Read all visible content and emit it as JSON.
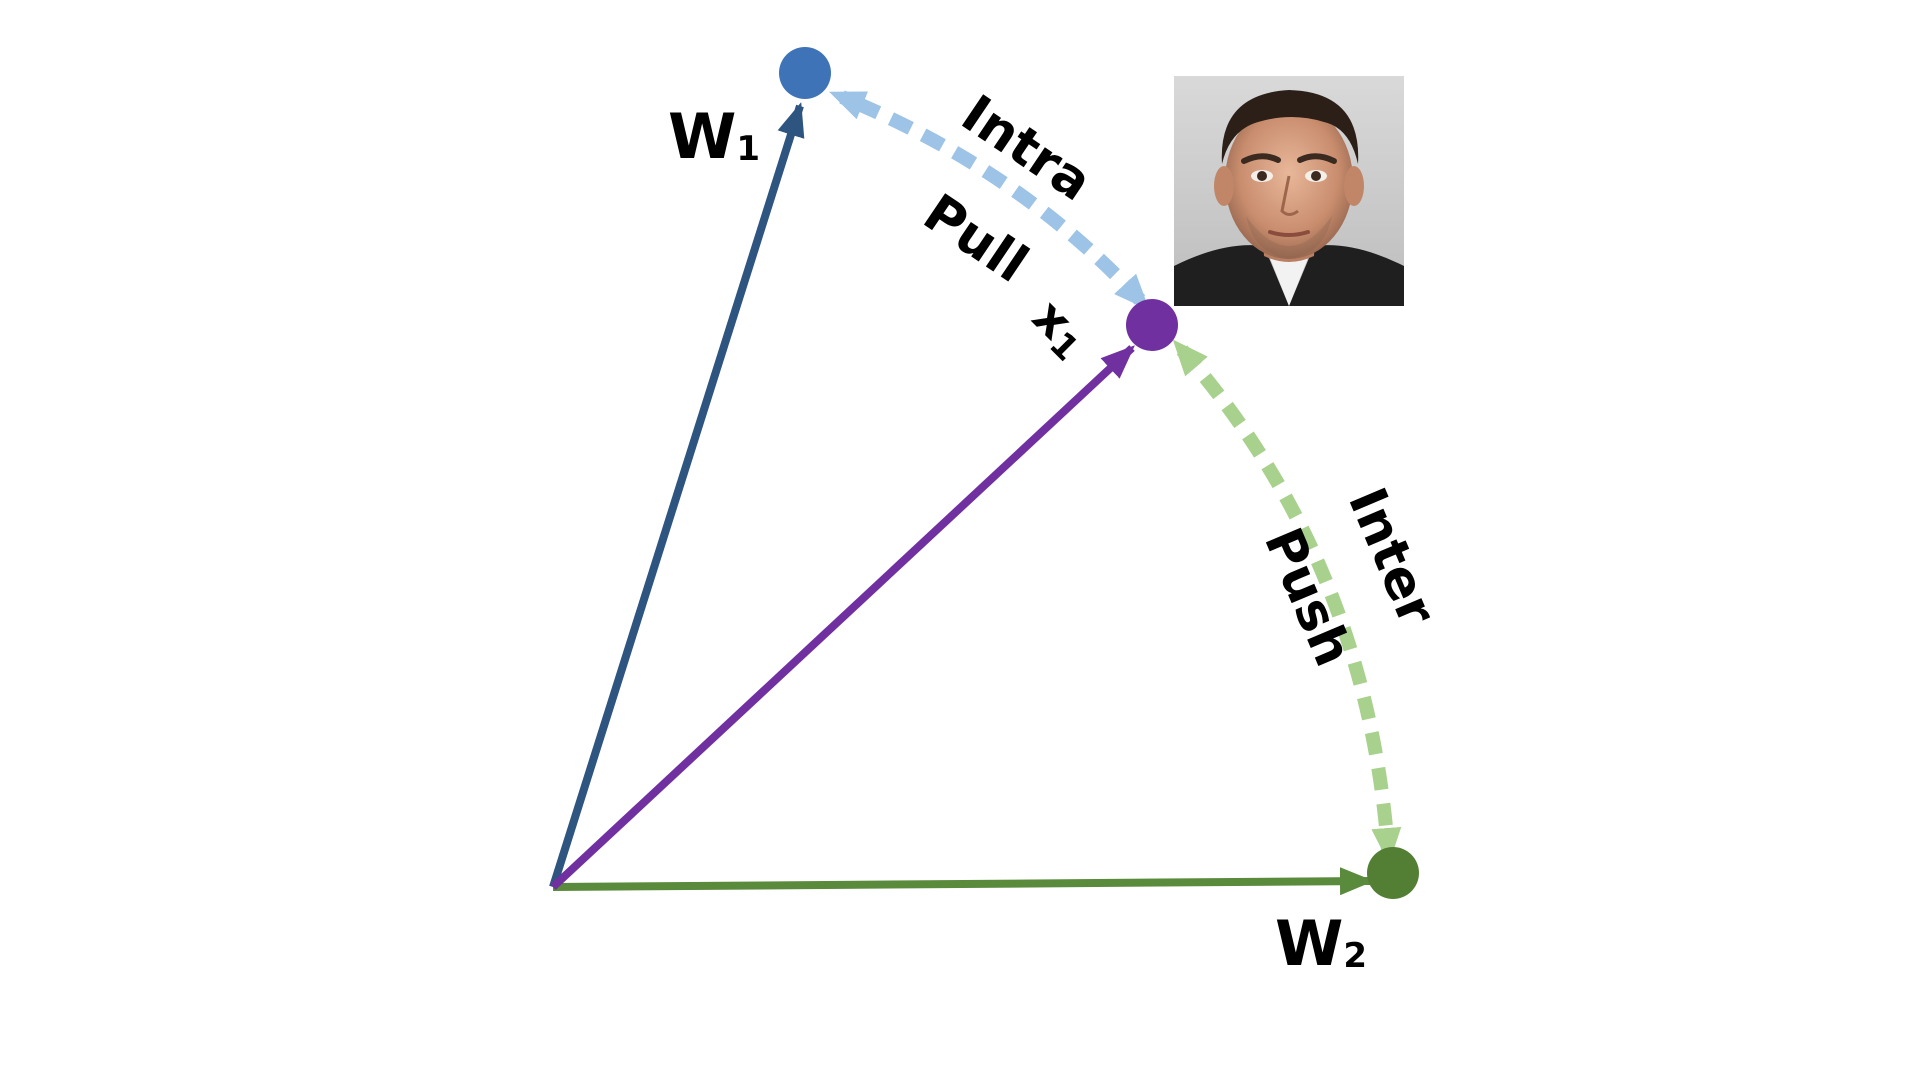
{
  "diagram": {
    "vectors": {
      "w1": {
        "main": "W",
        "sub": "1",
        "color": "#2E5480",
        "dot_color": "#3E74B7"
      },
      "w2": {
        "main": "W",
        "sub": "2",
        "color": "#5A8A3C",
        "dot_color": "#537F35"
      },
      "x1": {
        "main": "x",
        "sub": "1",
        "color": "#7030A0",
        "dot_color": "#7030A0"
      }
    },
    "forces": {
      "intra": {
        "line1": "Intra",
        "line2": "Pull",
        "color": "#9DC3E6"
      },
      "inter": {
        "line1": "Inter",
        "line2": "Push",
        "color": "#A9D18E"
      }
    },
    "image": {
      "icon": "face-photo"
    }
  }
}
